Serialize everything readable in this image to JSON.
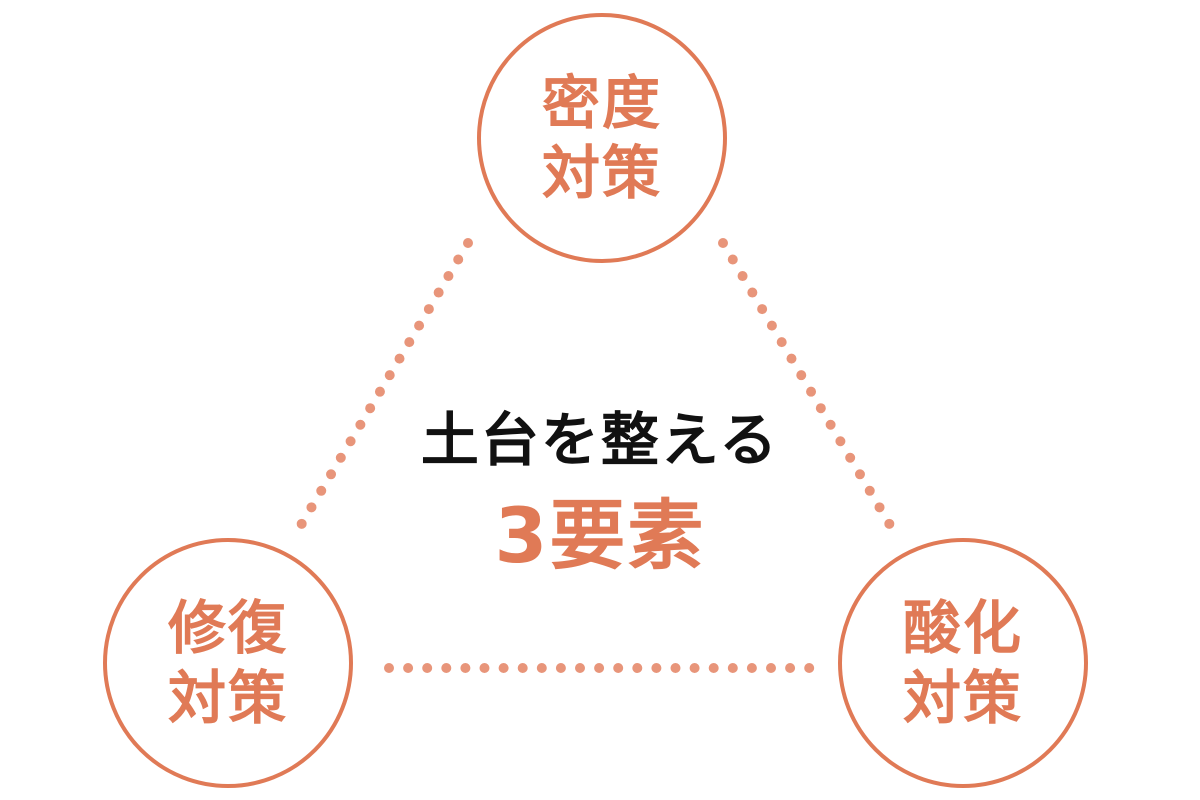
{
  "diagram": {
    "title_line1": "土台を整える",
    "title_line2": "3要素",
    "nodes": [
      {
        "id": "top",
        "line1": "密度",
        "line2": "対策"
      },
      {
        "id": "bottom-left",
        "line1": "修復",
        "line2": "対策"
      },
      {
        "id": "bottom-right",
        "line1": "酸化",
        "line2": "対策"
      }
    ],
    "colors": {
      "accent": "#e07a56",
      "dots": "#e8957a",
      "text_dark": "#111111",
      "background": "#ffffff"
    }
  }
}
